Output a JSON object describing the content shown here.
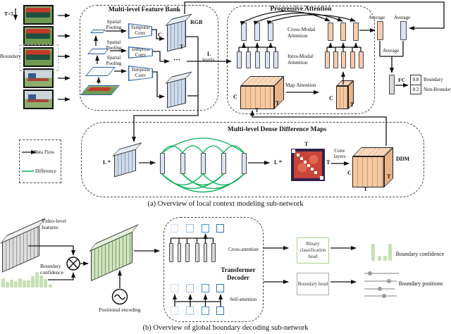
{
  "colors": {
    "bar_blue": "#dae3f3",
    "bar_orange": "#f8cbad",
    "difference_green": "#00b050",
    "confidence_green": "#c6e0b4",
    "matrix_red": "#c8453a",
    "matrix_border": "#32204a",
    "decoder_blue_dark": "#2e75b6",
    "head_green_border": "#a9d18e"
  },
  "top": {
    "t_label": "T=5",
    "boundary_label": "Boundary"
  },
  "feature_bank": {
    "title": "Multi-level Feature Bank",
    "spatial_pooling": "Spatial Pooling",
    "temporal_conv": "Temporal Conv",
    "c": "C",
    "t": "T",
    "rgb": "RGB",
    "ellipsis": "···",
    "l": "L",
    "levels": "levels"
  },
  "attention": {
    "title": "Progressive Attention",
    "cross_modal": "Cross-Modal Attention",
    "intra_modal": "Intra-Modal Attention",
    "map_attention": "Map Attention",
    "c": "C",
    "t": "T",
    "average": "Average",
    "fc": "FC",
    "score_boundary": "0.8",
    "score_non_boundary": "0.2",
    "boundary": "Boundary",
    "non_boundary": "Non-Boundary"
  },
  "legend": {
    "data_flow": "Data Flow",
    "difference": "Difference"
  },
  "ddm": {
    "title": "Multi-level Dense Difference Maps",
    "l_star": "L *",
    "t": "T",
    "c": "C",
    "conv_layers": "Conv layers",
    "ddm": "DDM"
  },
  "caption_a": "(a) Overview of local context modeling sub-network",
  "decoder": {
    "video_features": "Video-level features",
    "boundary_confidence": "Boundary confidence",
    "positional_encoding": "Positional encoding",
    "title": "Transformer Decoder",
    "cross_attention": "Cross-attention",
    "self_attention": "Self-attention",
    "binary_head": "Binary classification head",
    "boundary_head": "Boundary head",
    "out_confidence": "Boundary confidence",
    "out_positions": "Boundary positions"
  },
  "caption_b": "(b) Overview of global boundary decoding sub-network"
}
